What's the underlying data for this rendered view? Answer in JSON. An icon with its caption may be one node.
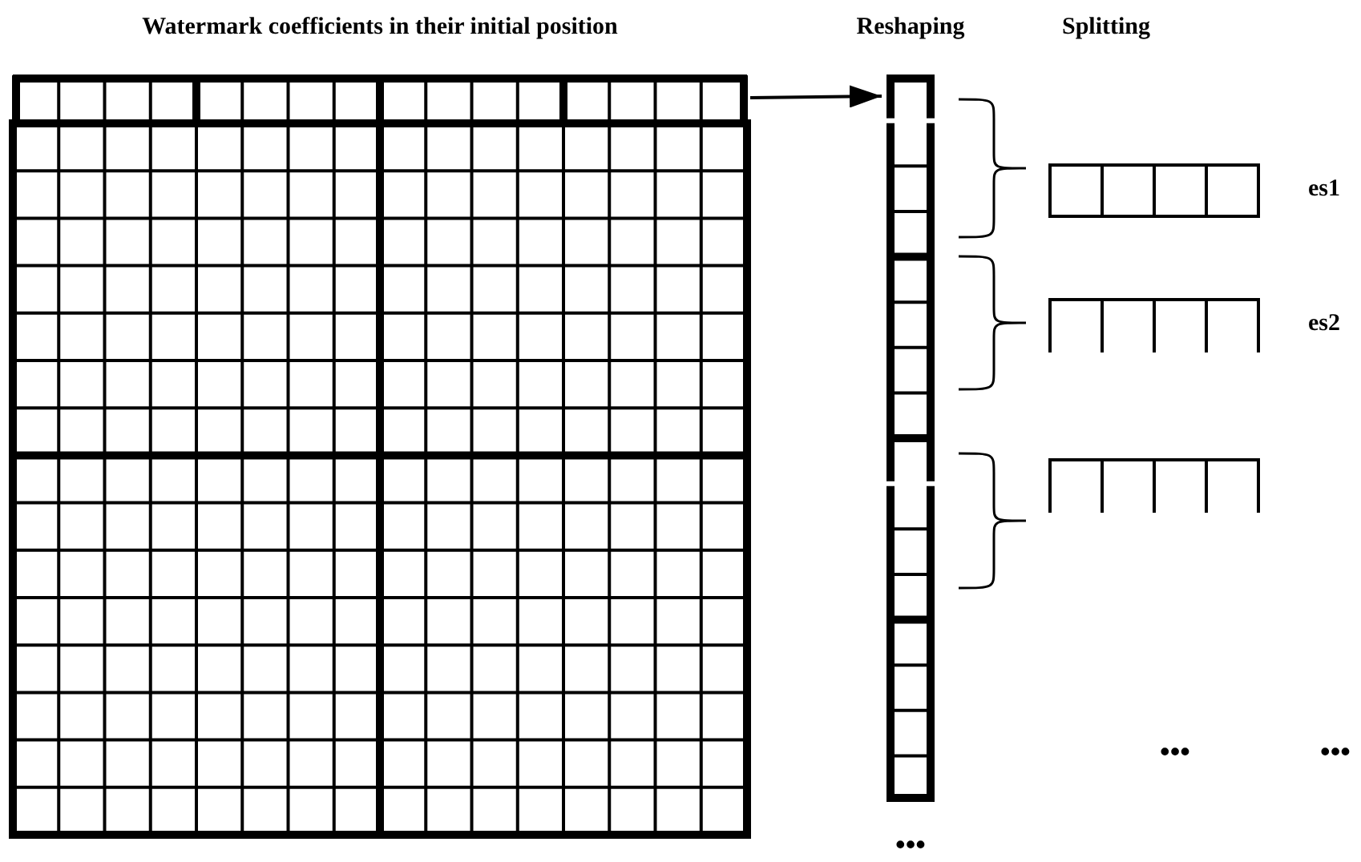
{
  "diagram": {
    "nodes": [
      {
        "text": [],
        "shape": "box"
      },
      {
        "text": [],
        "shape": "bar"
      },
      {
        "text": [],
        "shape": "bar"
      },
      {
        "text": [],
        "shape": "bar",
        "beside": [
          "es1"
        ]
      },
      {
        "text": [],
        "shape": "bar",
        "beside": [
          "es2"
        ]
      },
      {
        "text": [],
        "shape": "bar"
      }
    ],
    "edges": [
      {
        "from": 1,
        "to": 2,
        "arrow": "to"
      }
    ],
    "labels": [
      "Watermark coefficients in their initial position",
      "Reshaping",
      "Splitting",
      "•••",
      "•••",
      "•••"
    ]
  }
}
